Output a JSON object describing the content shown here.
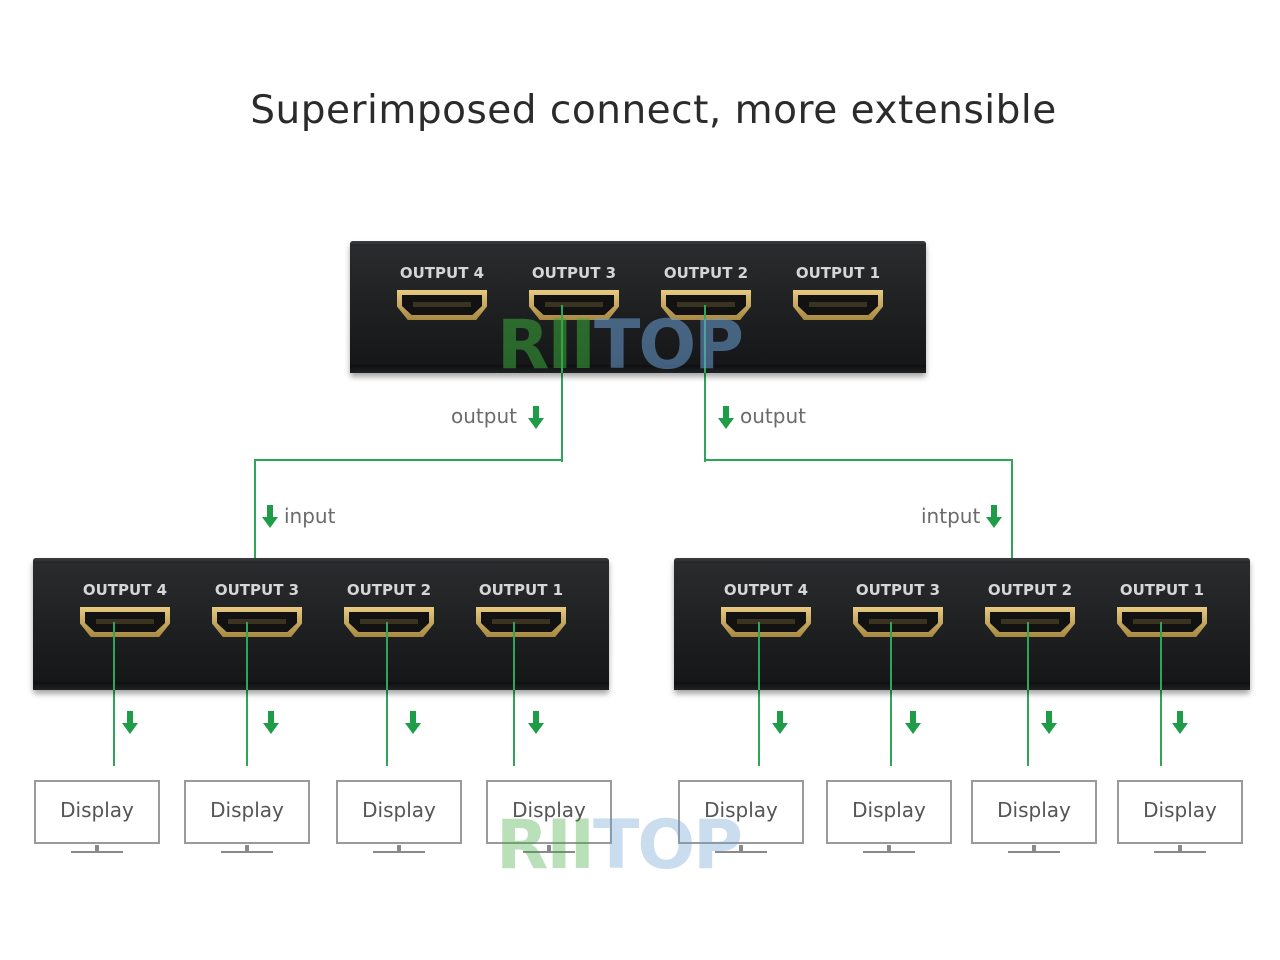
{
  "title": "Superimposed connect, more extensible",
  "colors": {
    "wire": "#2fa55a",
    "arrow": "#1e9c48",
    "device": "#1c1e20",
    "connector": "#c9a85c"
  },
  "port_labels": [
    "OUTPUT 4",
    "OUTPUT 3",
    "OUTPUT 2",
    "OUTPUT 1"
  ],
  "flow_labels": {
    "top_left_output": "output",
    "top_right_output": "output",
    "left_input": "input",
    "right_input": "intput"
  },
  "display_label": "Display",
  "watermark": {
    "part1": "RII",
    "part2": "TOP"
  },
  "icons": {
    "arrow": "arrow-down-icon",
    "monitor": "monitor-icon",
    "hdmi": "hdmi-port-icon"
  }
}
